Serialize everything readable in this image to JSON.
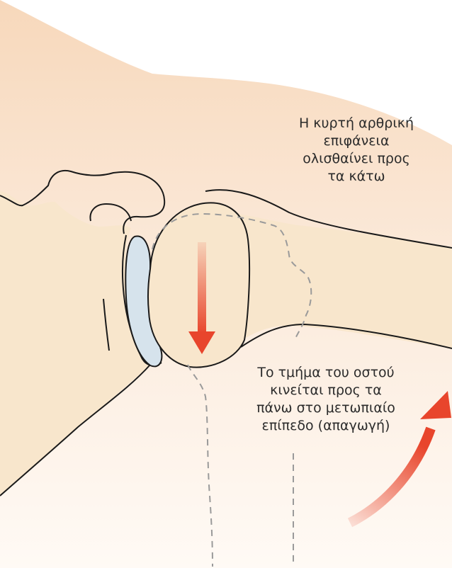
{
  "labels": {
    "surface_glide": {
      "lines": [
        "Η κυρτή αρθρική",
        "επιφάνεια",
        "ολισθαίνει προς",
        "τα κάτω"
      ]
    },
    "bone_motion": {
      "lines": [
        "Το τμήμα του οστού",
        "κινείται προς τα",
        "πάνω στο μετωπιαίο",
        "επίπεδο (απαγωγή)"
      ]
    }
  },
  "colors": {
    "background_skin": "#f8ddc3",
    "bone_fill": "#f8e6cc",
    "cartilage_fill": "#d6e3ec",
    "arrow_red": "#e8452c",
    "dashed_outline": "#9a9a9a",
    "bone_outline": "#1a1a1a"
  }
}
